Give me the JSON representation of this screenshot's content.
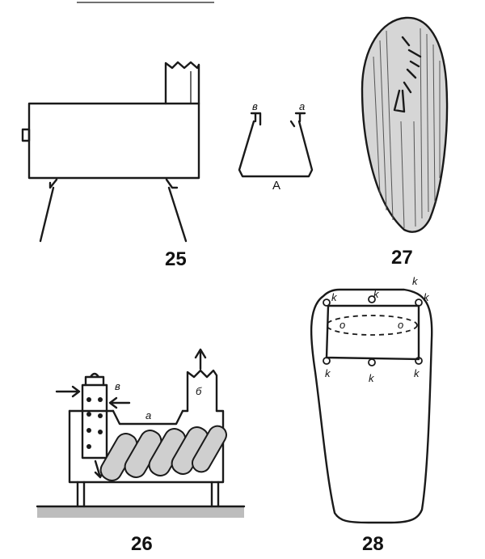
{
  "figures": {
    "fig25": {
      "number": "25",
      "detail_label": "A",
      "tap_label_left": "в",
      "tap_label_right": "а"
    },
    "fig26": {
      "number": "26",
      "label_a": "а",
      "label_b": "б",
      "label_v": "в"
    },
    "fig27": {
      "number": "27"
    },
    "fig28": {
      "number": "28",
      "corner_marks": [
        "k",
        "k",
        "k",
        "k",
        "k",
        "k",
        "k"
      ],
      "oval_marks": [
        "о",
        "о"
      ]
    }
  },
  "colors": {
    "ink": "#1a1a1a",
    "paper": "#ffffff",
    "stone_shade": "#8a8a8a"
  }
}
